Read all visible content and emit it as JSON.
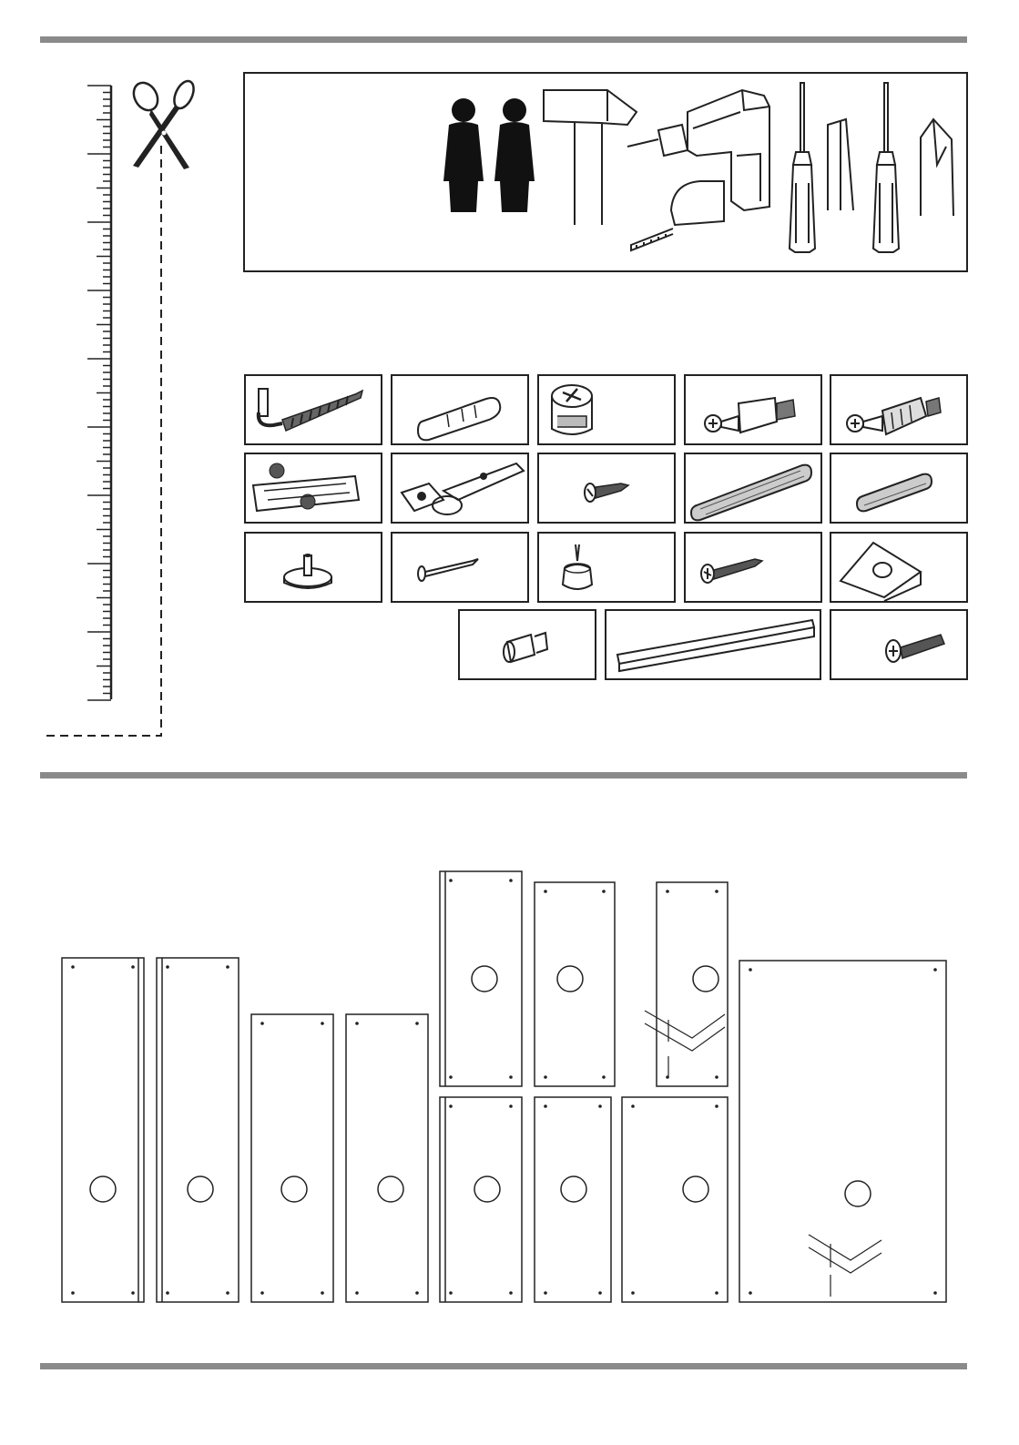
{
  "page": {
    "background": "#ffffff",
    "rule_color": "#8a8a8a",
    "line_color": "#222222"
  },
  "ruler": {
    "icon": "ruler-icon",
    "cut_line_icon": "scissors-icon"
  },
  "tools": [
    {
      "name": "two-persons",
      "icon": "two-persons-icon"
    },
    {
      "name": "hammer",
      "icon": "hammer-icon"
    },
    {
      "name": "drill",
      "icon": "drill-icon"
    },
    {
      "name": "tape-measure",
      "icon": "tape-measure-icon"
    },
    {
      "name": "phillips-screwdriver",
      "icon": "phillips-screwdriver-icon"
    },
    {
      "name": "flat-screwdriver",
      "icon": "flat-screwdriver-icon"
    }
  ],
  "hardware": [
    {
      "name": "hook-screw",
      "icon": "hook-screw-icon"
    },
    {
      "name": "wall-plug",
      "icon": "wall-plug-icon"
    },
    {
      "name": "cam-lock",
      "icon": "cam-lock-icon"
    },
    {
      "name": "double-connector-bolt",
      "icon": "double-connector-bolt-icon"
    },
    {
      "name": "cam-bolt",
      "icon": "cam-bolt-icon"
    },
    {
      "name": "hinge-mounting-plate",
      "icon": "hinge-plate-icon"
    },
    {
      "name": "hinge",
      "icon": "hinge-icon"
    },
    {
      "name": "short-screw",
      "icon": "short-screw-icon"
    },
    {
      "name": "long-dowel",
      "icon": "long-dowel-icon"
    },
    {
      "name": "dowel",
      "icon": "dowel-icon"
    },
    {
      "name": "glide-foot",
      "icon": "glide-foot-icon"
    },
    {
      "name": "nail",
      "icon": "nail-icon"
    },
    {
      "name": "nail-glide",
      "icon": "nail-glide-icon"
    },
    {
      "name": "wood-screw",
      "icon": "wood-screw-icon"
    },
    {
      "name": "corner-bracket",
      "icon": "corner-bracket-icon"
    },
    {
      "name": "shelf-pin",
      "icon": "shelf-pin-icon"
    },
    {
      "name": "handle-profile",
      "icon": "handle-profile-icon"
    },
    {
      "name": "handle-screw",
      "icon": "handle-screw-icon"
    }
  ],
  "panels": [
    {
      "name": "side-panel-left"
    },
    {
      "name": "side-panel-right"
    },
    {
      "name": "divider-panel-a"
    },
    {
      "name": "divider-panel-b"
    },
    {
      "name": "upper-door-left"
    },
    {
      "name": "upper-door-right"
    },
    {
      "name": "upper-back-panel"
    },
    {
      "name": "lower-door-left"
    },
    {
      "name": "lower-door-right"
    },
    {
      "name": "lower-top-panel"
    },
    {
      "name": "large-door-panel"
    }
  ]
}
